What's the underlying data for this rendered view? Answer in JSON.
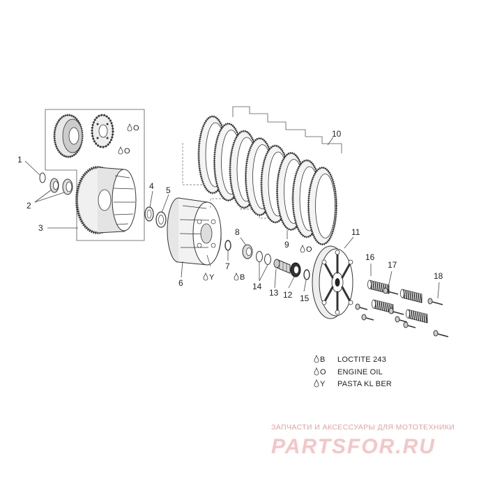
{
  "callouts": [
    {
      "num": "1"
    },
    {
      "num": "2"
    },
    {
      "num": "3"
    },
    {
      "num": "4"
    },
    {
      "num": "5"
    },
    {
      "num": "6"
    },
    {
      "num": "7"
    },
    {
      "num": "8"
    },
    {
      "num": "9"
    },
    {
      "num": "10"
    },
    {
      "num": "11"
    },
    {
      "num": "12"
    },
    {
      "num": "13"
    },
    {
      "num": "14"
    },
    {
      "num": "15"
    },
    {
      "num": "16"
    },
    {
      "num": "17"
    },
    {
      "num": "18"
    }
  ],
  "markers": {
    "oil": "O",
    "loctite": "B",
    "paste": "Y"
  },
  "legend": [
    {
      "code": "B",
      "text": "LOCTITE 243"
    },
    {
      "code": "O",
      "text": "ENGINE OIL"
    },
    {
      "code": "Y",
      "text": "PASTA KL BER"
    }
  ],
  "watermark": {
    "subtitle": "ЗАПЧАСТИ И АКСЕССУАРЫ ДЛЯ МОТОТЕХНИКИ",
    "brand": "PARTSFOR.RU"
  }
}
